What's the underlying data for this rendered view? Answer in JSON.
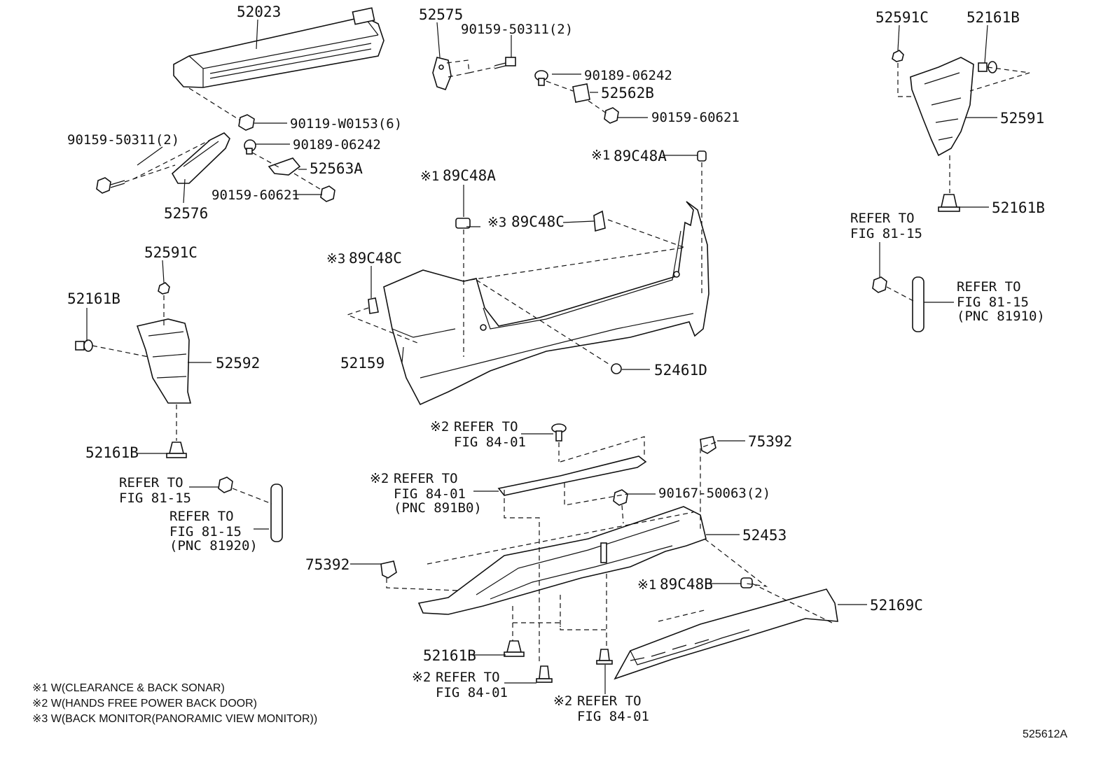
{
  "labels": {
    "p52023": "52023",
    "p52575": "52575",
    "p90159_50311_a": "90159-50311(2)",
    "p90189_06242_a": "90189-06242",
    "p52562B": "52562B",
    "p90159_60621_a": "90159-60621",
    "p52591C_tr": "52591C",
    "p52161B_tr": "52161B",
    "p52591": "52591",
    "p52161B_r2": "52161B",
    "refer_r1_l1": "REFER TO",
    "refer_r1_l2": "FIG 81-15",
    "refer_r2_l1": "REFER TO",
    "refer_r2_l2": "FIG 81-15",
    "refer_r2_l3": "(PNC 81910)",
    "p90119": "90119-W0153(6)",
    "p90189_06242_b": "90189-06242",
    "p52563A": "52563A",
    "p90159_60621_b": "90159-60621",
    "p90159_50311_b": "90159-50311(2)",
    "p52576": "52576",
    "p89C48A_mid": "89C48A",
    "p89C48A_right": "89C48A",
    "p89C48C_mid": "89C48C",
    "p89C48C_left": "89C48C",
    "p52591C_l": "52591C",
    "p52161B_l": "52161B",
    "p52592": "52592",
    "p52159": "52159",
    "p52461D": "52461D",
    "p52161B_l2": "52161B",
    "refer_l1_l1": "REFER TO",
    "refer_l1_l2": "FIG 81-15",
    "refer_l2_l1": "REFER TO",
    "refer_l2_l2": "FIG 81-15",
    "refer_l2_l3": "(PNC 81920)",
    "refer_m1_l1": "REFER TO",
    "refer_m1_l2": "FIG 84-01",
    "refer_m2_l1": "REFER TO",
    "refer_m2_l2": "FIG 84-01",
    "refer_m2_l3": "(PNC 891B0)",
    "p75392_r": "75392",
    "p90167": "90167-50063(2)",
    "p52453": "52453",
    "p75392_l": "75392",
    "p89C48B": "89C48B",
    "p52169C": "52169C",
    "p52161B_b": "52161B",
    "refer_b1_l1": "REFER TO",
    "refer_b1_l2": "FIG 84-01",
    "refer_b2_l1": "REFER TO",
    "refer_b2_l2": "FIG 84-01",
    "mark1": "※1",
    "mark2": "※2",
    "mark3": "※3",
    "fig_no": "525612A"
  },
  "legend": [
    "※1 W(CLEARANCE & BACK SONAR)",
    "※2 W(HANDS FREE POWER BACK DOOR)",
    "※3 W(BACK MONITOR(PANORAMIC VIEW MONITOR))"
  ]
}
